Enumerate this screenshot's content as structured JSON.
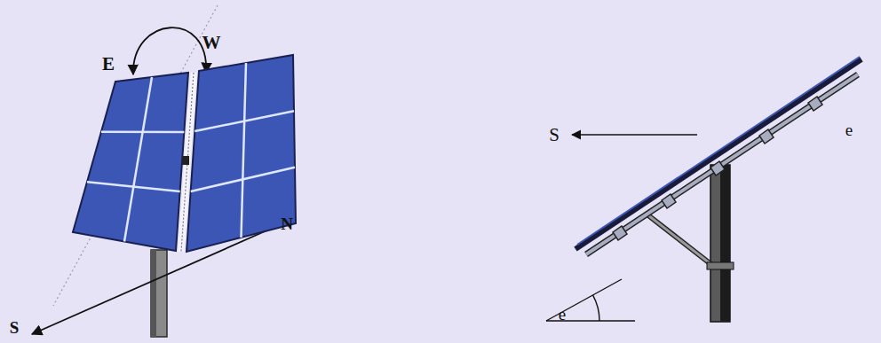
{
  "diagram": {
    "labels": [
      "E",
      "W",
      "N",
      "S",
      "S",
      "e",
      "e"
    ]
  }
}
